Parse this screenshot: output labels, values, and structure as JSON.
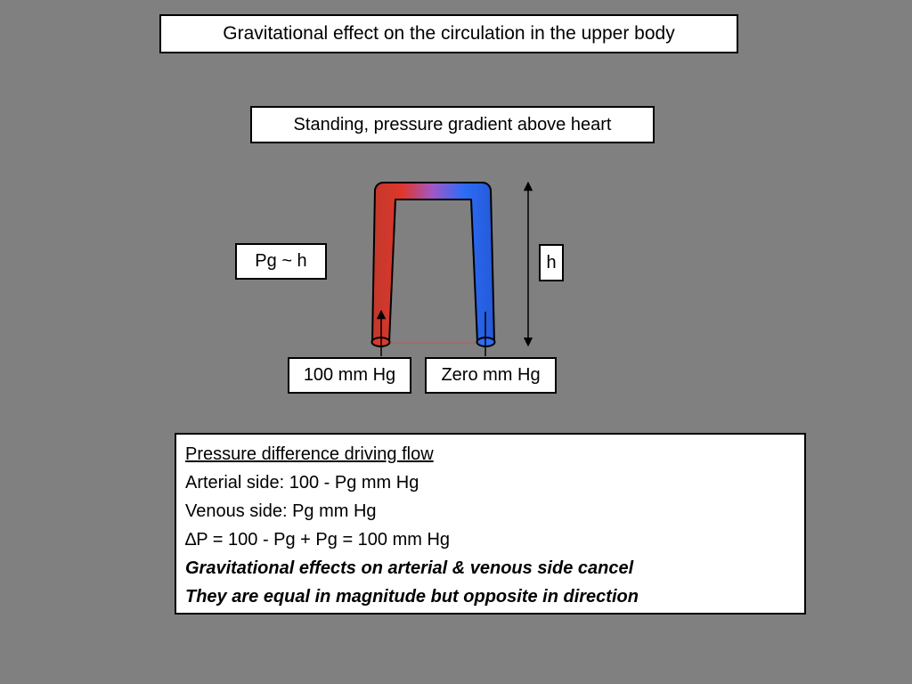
{
  "title": "Gravitational effect on the circulation in the upper body",
  "subtitle": "Standing, pressure gradient above heart",
  "labels": {
    "pg": "Pg ~ h",
    "h": "h",
    "arterial_pressure": "100 mm Hg",
    "venous_pressure": "Zero mm Hg"
  },
  "summary": {
    "heading": "Pressure difference driving flow",
    "arterial": "Arterial side: 100 - Pg mm Hg",
    "venous": "Venous side: Pg mm Hg",
    "delta_symbol": "∆",
    "delta": "P = 100 - Pg + Pg = 100 mm Hg",
    "conclusion_1": "Gravitational effects on arterial & venous side cancel",
    "conclusion_2": "They are equal in magnitude but opposite in direction"
  },
  "colors": {
    "background": "#808080",
    "arterial": "#d83a2c",
    "venous": "#2f6cf2"
  }
}
